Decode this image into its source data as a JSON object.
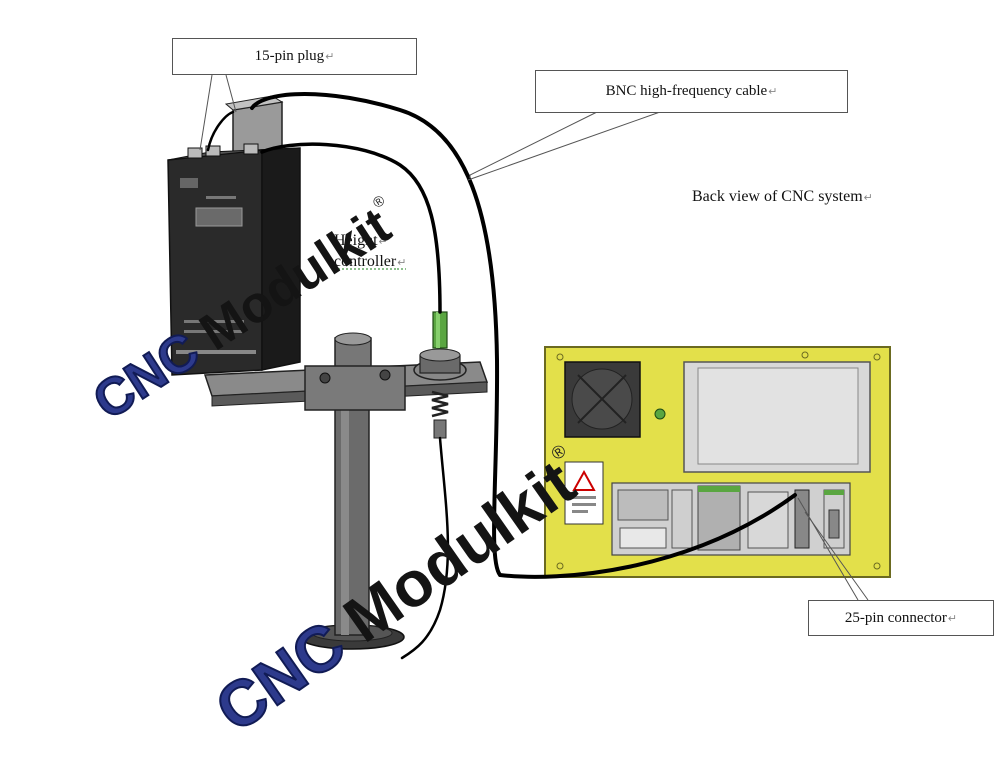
{
  "labels": {
    "plug_15pin": "15-pin plug",
    "bnc_cable": "BNC high-frequency cable",
    "back_view": "Back view of CNC system",
    "height_controller_line1": "Height",
    "height_controller_line2": "controller",
    "connector_25pin": "25-pin connector",
    "paragraph_mark": "↵"
  },
  "watermark": {
    "brand": "Modulkit",
    "prefix": "CNC",
    "registered": "®"
  },
  "colors": {
    "panel_yellow": "#e3e04a",
    "panel_outline": "#6b6a20",
    "controller_body": "#2a2a2a",
    "cable": "#000000",
    "green_fitting": "#5aa641",
    "watermark_blue": "#2d3a8c",
    "watermark_black": "#141414"
  }
}
